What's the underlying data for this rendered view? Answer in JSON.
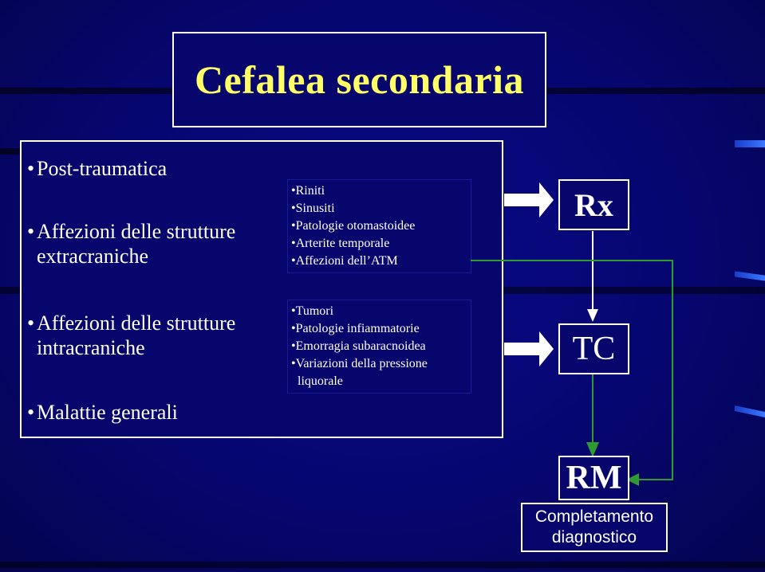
{
  "title": "Cefalea secondaria",
  "categories": [
    {
      "lines": [
        "Post-traumatica"
      ]
    },
    {
      "lines": [
        "Affezioni delle strutture",
        "extracraniche"
      ]
    },
    {
      "lines": [
        "Affezioni delle strutture",
        "intracraniche"
      ]
    },
    {
      "lines": [
        "Malattie generali"
      ]
    }
  ],
  "extracranial_causes": [
    "Riniti",
    "Sinusiti",
    "Patologie otomastoidee",
    "Arterite temporale",
    "Affezioni dell’ATM"
  ],
  "intracranial_causes": [
    "Tumori",
    "Patologie infiammatorie",
    "Emorragia subaracnoidea",
    "Variazioni della pressione",
    "liquorale"
  ],
  "modalities": {
    "rx": "Rx",
    "tc": "TC",
    "rm": "RM"
  },
  "completion": {
    "line1": "Completamento",
    "line2": "diagnostico"
  },
  "colors": {
    "background": "#06066c",
    "title": "#ffff66",
    "text": "#ffffff",
    "green_arrow": "#2f9a2f",
    "white_arrow": "#ffffff"
  }
}
